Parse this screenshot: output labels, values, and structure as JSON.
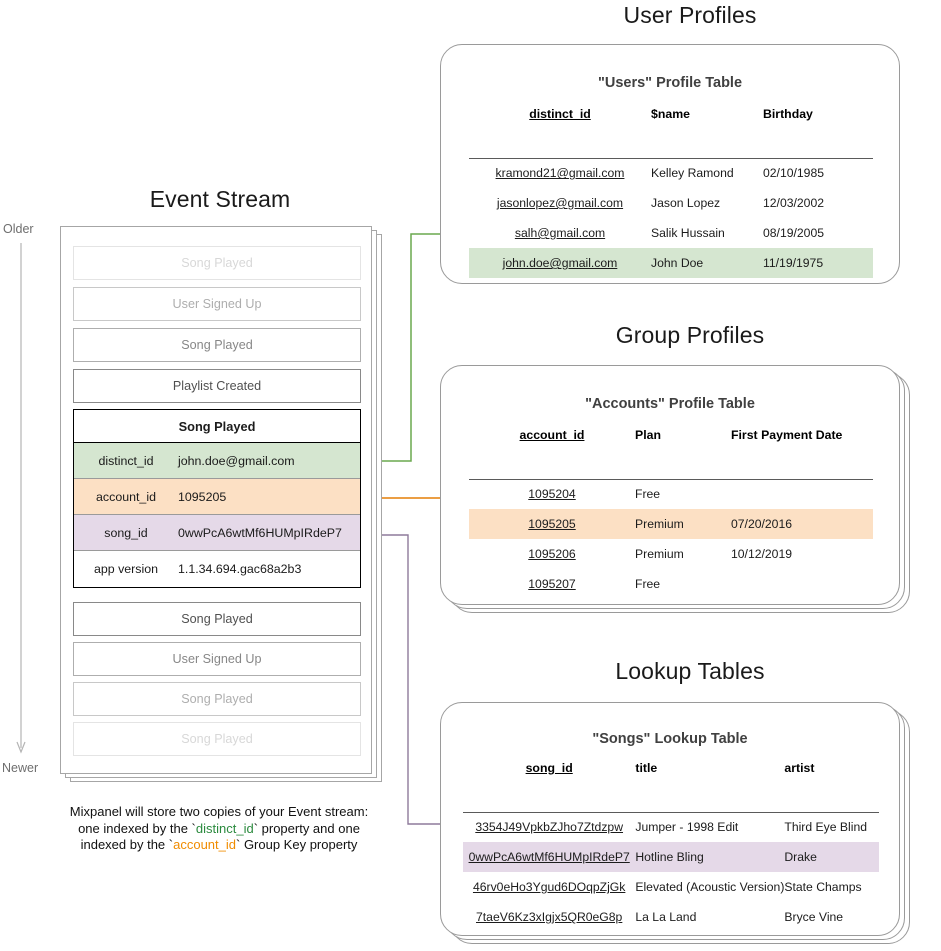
{
  "sections": {
    "user_profiles": "User Profiles",
    "group_profiles": "Group Profiles",
    "lookup_tables": "Lookup Tables",
    "event_stream": "Event Stream"
  },
  "axis": {
    "older": "Older",
    "newer": "Newer"
  },
  "caption": {
    "line1": "Mixpanel will store two copies of your Event stream:",
    "line2_a": "one indexed by the `",
    "line2_key": "distinct_id",
    "line2_b": "` property and one",
    "line3_a": "indexed by the `",
    "line3_key": "account_id",
    "line3_b": "` Group Key property"
  },
  "event_stream": {
    "faded_before": [
      {
        "label": "Song Played",
        "fade": "f1"
      },
      {
        "label": "User Signed Up",
        "fade": "f2"
      },
      {
        "label": "Song Played",
        "fade": "f3"
      },
      {
        "label": "Playlist Created",
        "fade": "f4"
      }
    ],
    "focused": {
      "title": "Song Played",
      "properties": [
        {
          "key": "distinct_id",
          "value": "john.doe@gmail.com",
          "highlight": "green"
        },
        {
          "key": "account_id",
          "value": "1095205",
          "highlight": "orange"
        },
        {
          "key": "song_id",
          "value": "0wwPcA6wtMf6HUMpIRdeP7",
          "highlight": "purple"
        },
        {
          "key": "app version",
          "value": "1.1.34.694.gac68a2b3",
          "highlight": "none"
        }
      ]
    },
    "faded_after": [
      {
        "label": "Song Played",
        "fade": "f4"
      },
      {
        "label": "User Signed Up",
        "fade": "f3"
      },
      {
        "label": "Song Played",
        "fade": "f2"
      },
      {
        "label": "Song Played",
        "fade": "f1"
      }
    ]
  },
  "users_table": {
    "title": "\"Users\" Profile Table",
    "columns": [
      "distinct_id",
      "$name",
      "Birthday"
    ],
    "rows": [
      {
        "cells": [
          "kramond21@gmail.com",
          "Kelley Ramond",
          "02/10/1985"
        ],
        "highlight": "none"
      },
      {
        "cells": [
          "jasonlopez@gmail.com",
          "Jason Lopez",
          "12/03/2002"
        ],
        "highlight": "none"
      },
      {
        "cells": [
          "salh@gmail.com",
          "Salik Hussain",
          "08/19/2005"
        ],
        "highlight": "none"
      },
      {
        "cells": [
          "john.doe@gmail.com",
          "John Doe",
          "11/19/1975"
        ],
        "highlight": "green"
      }
    ]
  },
  "accounts_table": {
    "title": "\"Accounts\" Profile Table",
    "columns": [
      "account_id",
      "Plan",
      "First Payment Date"
    ],
    "rows": [
      {
        "cells": [
          "1095204",
          "Free",
          ""
        ],
        "highlight": "none"
      },
      {
        "cells": [
          "1095205",
          "Premium",
          "07/20/2016"
        ],
        "highlight": "orange"
      },
      {
        "cells": [
          "1095206",
          "Premium",
          "10/12/2019"
        ],
        "highlight": "none"
      },
      {
        "cells": [
          "1095207",
          "Free",
          ""
        ],
        "highlight": "none"
      }
    ]
  },
  "songs_table": {
    "title": "\"Songs\" Lookup Table",
    "columns": [
      "song_id",
      "title",
      "artist"
    ],
    "rows": [
      {
        "cells": [
          "3354J49VpkbZJho7Ztdzpw",
          "Jumper - 1998 Edit",
          "Third Eye Blind"
        ],
        "highlight": "none"
      },
      {
        "cells": [
          "0wwPcA6wtMf6HUMpIRdeP7",
          "Hotline Bling",
          "Drake"
        ],
        "highlight": "purple"
      },
      {
        "cells": [
          "46rv0eHo3Ygud6DOqpZjGk",
          "Elevated (Acoustic Version)",
          "State Champs"
        ],
        "highlight": "none"
      },
      {
        "cells": [
          "7taeV6Kz3xIgjx5QR0eG8p",
          "La La Land",
          "Bryce Vine"
        ],
        "highlight": "none"
      }
    ]
  },
  "colors": {
    "green_row": "#d5e6d0",
    "orange_row": "#fce0c4",
    "purple_row": "#e5d9e8",
    "green_arrow": "#6aa84f",
    "orange_arrow": "#e8912a",
    "purple_arrow": "#8e7a9b",
    "gray_arrow": "#8a8a8a",
    "border": "#9a9a9a"
  }
}
